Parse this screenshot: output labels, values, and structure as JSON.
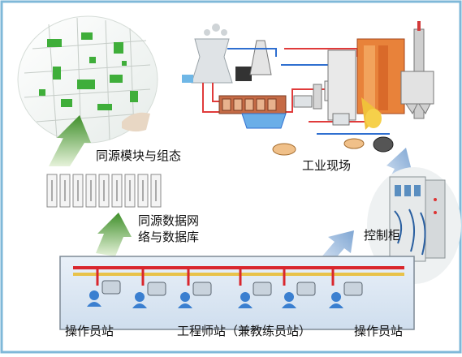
{
  "labels": {
    "module_config": "同源模块与组态",
    "field_site": "工业现场",
    "network_db_line1": "同源数据网",
    "network_db_line2": "络与数据库",
    "control_cabinet": "控制柜",
    "operator_left": "操作员站",
    "engineer_station": "工程师站（兼教练员站）",
    "operator_right": "操作员站"
  },
  "colors": {
    "border": "#7fb8d8",
    "network_panel": "#dbe7f3",
    "bus_red": "#d9262d",
    "bus_yellow": "#e8c24a",
    "arrow_green": "#4f9a3a",
    "arrow_blue": "#8fb2d8"
  }
}
